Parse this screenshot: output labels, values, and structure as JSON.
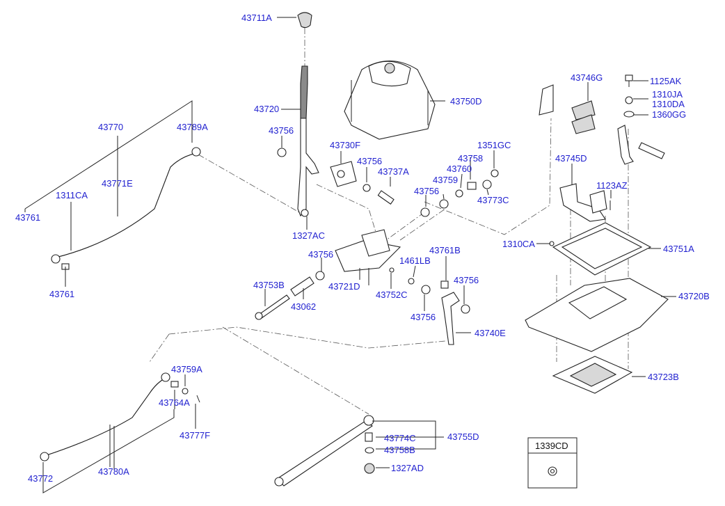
{
  "colors": {
    "label": "#1f1fcf",
    "line": "#222222",
    "background": "#ffffff"
  },
  "labels": {
    "p43711A": "43711A",
    "p43720": "43720",
    "p43756_top": "43756",
    "p1327AC": "1327AC",
    "p43770": "43770",
    "p43789A": "43789A",
    "p1311CA": "1311CA",
    "p43771E": "43771E",
    "p43761_left": "43761",
    "p43761_bottom": "43761",
    "p43750D": "43750D",
    "p43730F": "43730F",
    "p43756_mid": "43756",
    "p43737A": "43737A",
    "p43758_top": "43758",
    "p1351GC": "1351GC",
    "p43760": "43760",
    "p43759": "43759",
    "p43756_right": "43756",
    "p43773C": "43773C",
    "p43746G": "43746G",
    "p1125AK": "1125AK",
    "p1310JA": "1310JA",
    "p1310DA": "1310DA",
    "p1360GG": "1360GG",
    "p43745D": "43745D",
    "p1123AZ": "1123AZ",
    "p1310CA": "1310CA",
    "p43751A": "43751A",
    "p43720B": "43720B",
    "p43723B": "43723B",
    "p43756_left_mid": "43756",
    "p43753B": "43753B",
    "p43062": "43062",
    "p43721D": "43721D",
    "p1461LB": "1461LB",
    "p43752C": "43752C",
    "p43761B": "43761B",
    "p43756_lever_a": "43756",
    "p43756_lever_b": "43756",
    "p43740E": "43740E",
    "p43759A": "43759A",
    "p43764A": "43764A",
    "p43777F": "43777F",
    "p43772": "43772",
    "p43780A": "43780A",
    "p43774C": "43774C",
    "p43755D": "43755D",
    "p43758B": "43758B",
    "p1327AD": "1327AD",
    "p1339CD": "1339CD"
  }
}
